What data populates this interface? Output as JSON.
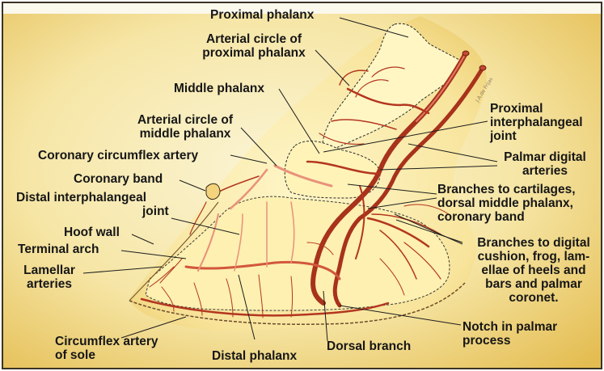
{
  "colors": {
    "background_light": "#fbf7e4",
    "background_dark": "#e9c75d",
    "bone_fill": "#fdf3b8",
    "artery": "#b3361f",
    "artery_light": "#e8917a",
    "line": "#1d1d1d"
  },
  "labels": {
    "proximal_phalanx": "Proximal phalanx",
    "arterial_circle_proximal": [
      "Arterial circle of",
      "proximal phalanx"
    ],
    "middle_phalanx": "Middle phalanx",
    "arterial_circle_middle": [
      "Arterial circle of",
      "middle phalanx"
    ],
    "coronary_circumflex_artery": "Coronary circumflex artery",
    "coronary_band": "Coronary band",
    "distal_interphalangeal_joint": [
      "Distal  interphalangeal",
      "joint"
    ],
    "hoof_wall": "Hoof wall",
    "terminal_arch": "Terminal arch",
    "lamellar_arteries": [
      "Lamellar",
      "arteries"
    ],
    "circumflex_artery_of_sole": [
      "Circumflex artery",
      "of sole"
    ],
    "distal_phalanx": "Distal phalanx",
    "dorsal_branch": "Dorsal branch",
    "notch_in_palmar_process": [
      "Notch in palmar",
      "process"
    ],
    "proximal_interphalangeal_joint": [
      "Proximal",
      "interphalangeal",
      "joint"
    ],
    "palmar_digital_arteries": [
      "Palmar digital",
      "arteries"
    ],
    "branches_to_cartilages": [
      "Branches to cartilages,",
      "dorsal middle phalanx,",
      "coronary band"
    ],
    "branches_to_digital_cushion": [
      "Branches to digital",
      "cushion, frog, lam-",
      "ellae of heels and",
      "bars and palmar",
      "coronet."
    ]
  },
  "signature": "J.A.de Frijas"
}
